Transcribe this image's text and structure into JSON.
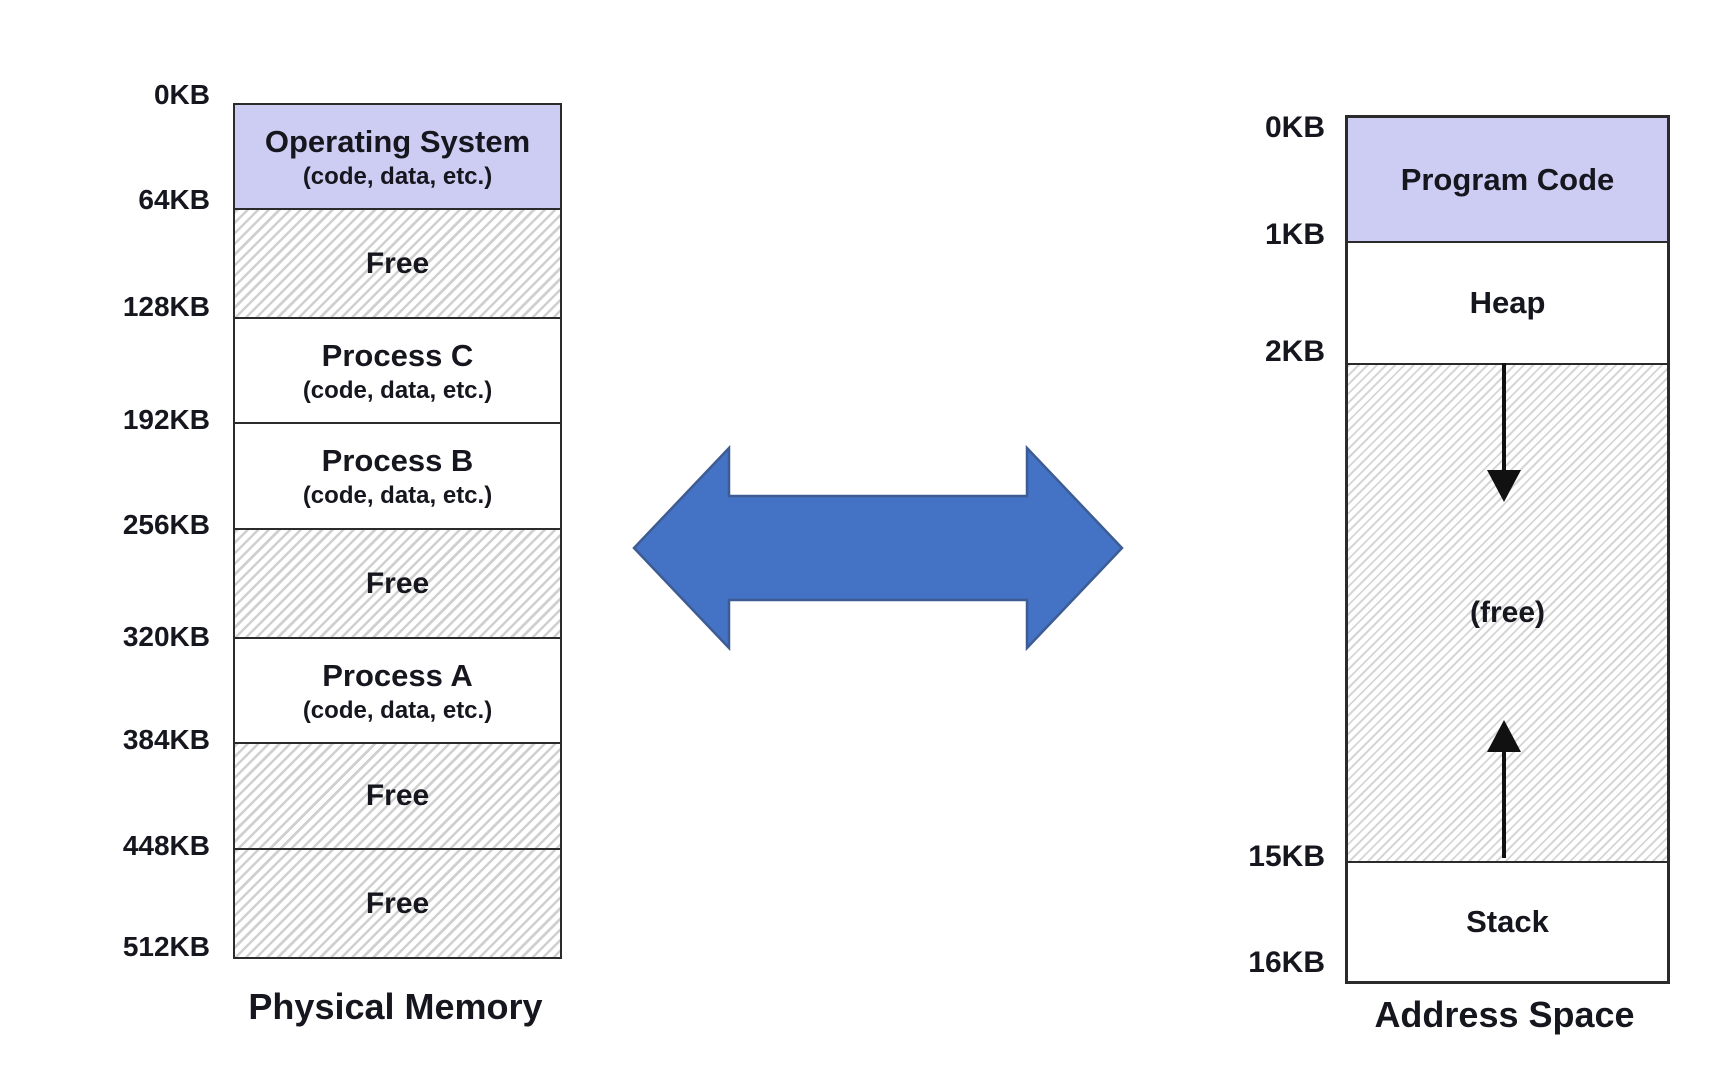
{
  "physical_memory": {
    "caption": "Physical Memory",
    "scale_labels": [
      "0KB",
      "64KB",
      "128KB",
      "192KB",
      "256KB",
      "320KB",
      "384KB",
      "448KB",
      "512KB"
    ],
    "segments": [
      {
        "title": "Operating System",
        "subtitle": "(code, data, etc.)",
        "type": "os"
      },
      {
        "title": "Free",
        "type": "free"
      },
      {
        "title": "Process C",
        "subtitle": "(code, data, etc.)",
        "type": "process"
      },
      {
        "title": "Process B",
        "subtitle": "(code, data, etc.)",
        "type": "process"
      },
      {
        "title": "Free",
        "type": "free"
      },
      {
        "title": "Process A",
        "subtitle": "(code, data, etc.)",
        "type": "process"
      },
      {
        "title": "Free",
        "type": "free"
      },
      {
        "title": "Free",
        "type": "free"
      }
    ]
  },
  "address_space": {
    "caption": "Address Space",
    "scale_labels": [
      "0KB",
      "1KB",
      "2KB",
      "15KB",
      "16KB"
    ],
    "segments": [
      {
        "title": "Program Code",
        "type": "code"
      },
      {
        "title": "Heap",
        "type": "heap"
      },
      {
        "title": "(free)",
        "type": "free"
      },
      {
        "title": "Stack",
        "type": "stack"
      }
    ]
  },
  "icons": {
    "double_arrow": "bidirectional-mapping-arrow",
    "heap_arrow": "heap-grows-down-arrow",
    "stack_arrow": "stack-grows-up-arrow"
  },
  "colors": {
    "highlight_block": "#cdcdf3",
    "arrow_fill": "#4472c4",
    "arrow_stroke": "#3d5c94",
    "line": "#2b2b2b"
  }
}
